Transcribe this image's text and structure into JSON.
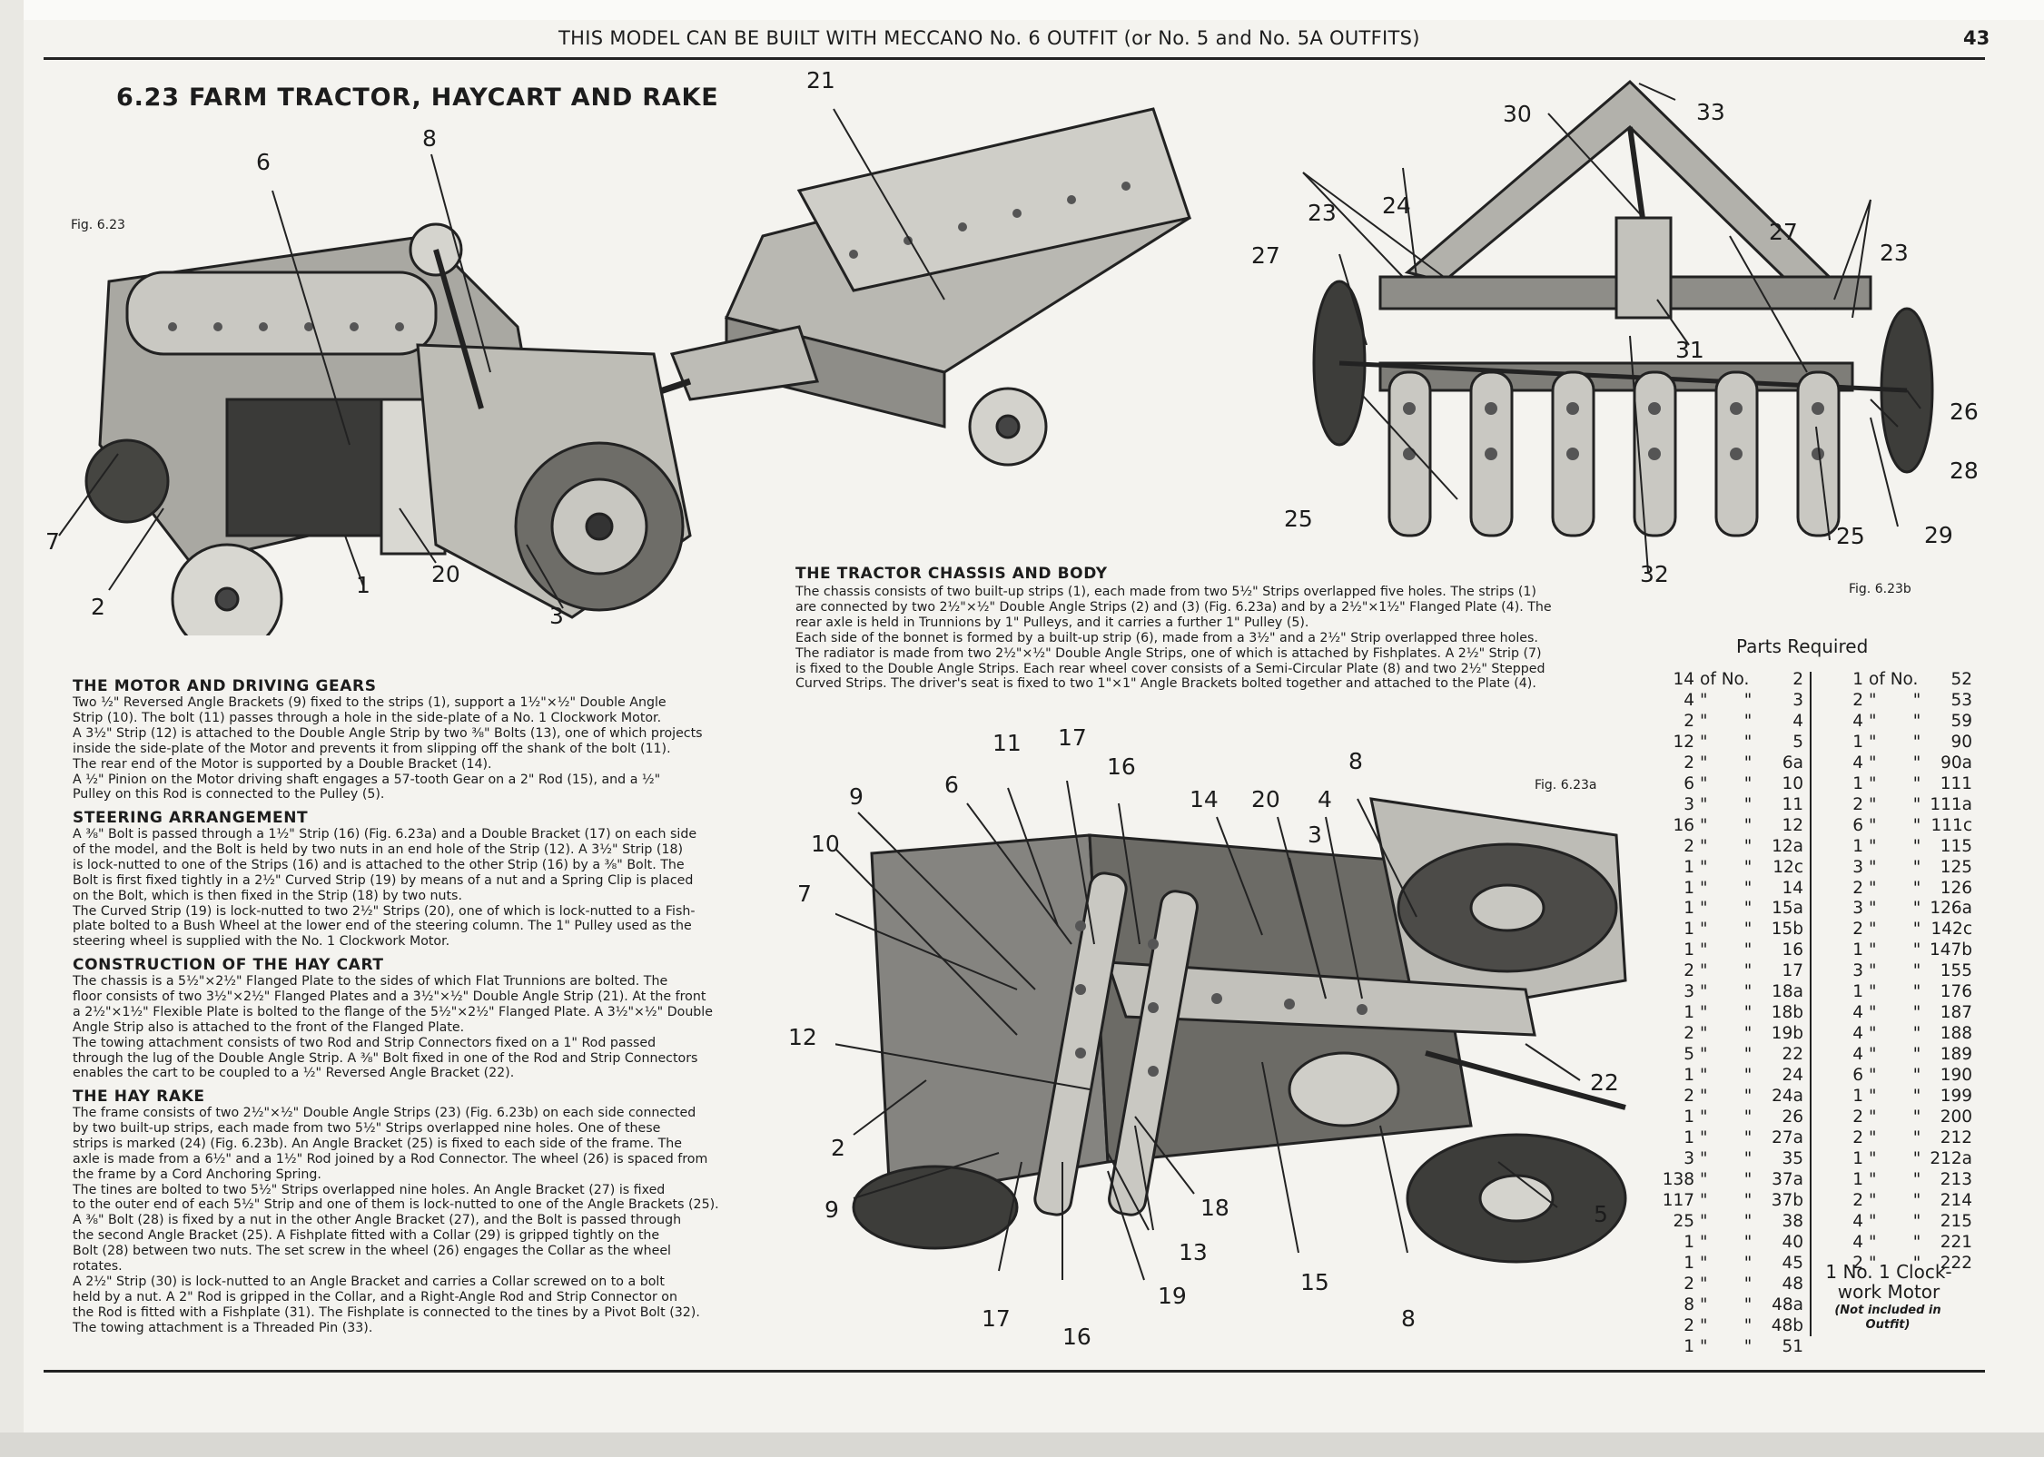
{
  "header": {
    "title": "THIS MODEL CAN BE BUILT WITH MECCANO No. 6 OUTFIT (or No. 5 and No. 5A OUTFITS)",
    "page_number": "43"
  },
  "model_title": "6.23  FARM TRACTOR, HAYCART AND RAKE",
  "figures": {
    "fig_623": {
      "label": "Fig. 6.23",
      "callouts": [
        "6",
        "8",
        "21",
        "7",
        "2",
        "1",
        "20",
        "3"
      ]
    },
    "fig_623b": {
      "label": "Fig. 6.23b",
      "callouts": [
        "30",
        "33",
        "23",
        "24",
        "27",
        "27",
        "23",
        "31",
        "26",
        "28",
        "25",
        "25",
        "29",
        "32"
      ]
    },
    "fig_623a": {
      "label": "Fig. 6.23a",
      "callouts": [
        "11",
        "17",
        "16",
        "9",
        "6",
        "14",
        "20",
        "4",
        "8",
        "3",
        "10",
        "7",
        "12",
        "22",
        "2",
        "9",
        "18",
        "13",
        "5",
        "19",
        "15",
        "17",
        "16",
        "8"
      ]
    }
  },
  "sections": {
    "motor": {
      "heading": "THE MOTOR AND DRIVING GEARS",
      "lines": [
        "Two ½\" Reversed Angle Brackets (9) fixed to the strips (1), support a 1½\"×½\" Double Angle",
        "Strip (10). The bolt (11) passes through a hole in the side-plate of a No. 1 Clockwork Motor.",
        "A 3½\" Strip (12) is attached to the Double Angle Strip by two ⅜\" Bolts (13), one of which projects",
        "inside the side-plate of the Motor and prevents it from slipping off the shank of the bolt (11).",
        "The rear end of the Motor is supported by a Double Bracket (14).",
        "A ½\" Pinion on the Motor driving shaft engages a 57-tooth Gear on a 2\" Rod (15), and a ½\"",
        "Pulley on this Rod is connected to the Pulley (5)."
      ]
    },
    "steering": {
      "heading": "STEERING ARRANGEMENT",
      "lines": [
        "A ⅜\" Bolt is passed through a 1½\" Strip (16) (Fig. 6.23a) and a Double Bracket (17) on each side",
        "of the model, and the Bolt is held by two nuts in an end hole of the Strip (12). A 3½\" Strip (18)",
        "is lock-nutted to one of the Strips (16) and is attached to the other Strip (16) by a ⅜\" Bolt. The",
        "Bolt is first fixed tightly in a 2½\" Curved Strip (19) by means of a nut and a Spring Clip is placed",
        "on the Bolt, which is then fixed in the Strip (18) by two nuts.",
        "The Curved Strip (19) is lock-nutted to two 2½\" Strips (20), one of which is lock-nutted to a Fish-",
        "plate bolted to a Bush Wheel at the lower end of the steering column. The 1\" Pulley used as the",
        "steering wheel is supplied with the No. 1 Clockwork Motor."
      ]
    },
    "haycart": {
      "heading": "CONSTRUCTION OF THE HAY CART",
      "lines": [
        "The chassis is a 5½\"×2½\" Flanged Plate to the sides of which Flat Trunnions are bolted. The",
        "floor consists of two 3½\"×2½\" Flanged Plates and a 3½\"×½\" Double Angle Strip (21). At the front",
        "a 2½\"×1½\" Flexible Plate is bolted to the flange of the 5½\"×2½\" Flanged Plate. A 3½\"×½\" Double",
        "Angle Strip also is attached to the front of the Flanged Plate.",
        "The towing attachment consists of two Rod and Strip Connectors fixed on a 1\" Rod passed",
        "through the lug of the Double Angle Strip. A ⅜\" Bolt fixed in one of the Rod and Strip Connectors",
        "enables the cart to be coupled to a ½\" Reversed Angle Bracket (22)."
      ]
    },
    "hayrake": {
      "heading": "THE HAY RAKE",
      "lines": [
        "The frame consists of two 2½\"×½\" Double Angle Strips (23) (Fig. 6.23b) on each side connected",
        "by two built-up strips, each made from two 5½\" Strips overlapped nine holes. One of these",
        "strips is marked (24) (Fig. 6.23b). An Angle Bracket (25) is fixed to each side of the frame. The",
        "axle is made from a 6½\" and a 1½\" Rod joined by a Rod Connector. The wheel (26) is spaced from",
        "the frame by a Cord Anchoring Spring.",
        "The tines are bolted to two 5½\" Strips overlapped nine holes. An Angle Bracket (27) is fixed",
        "to the outer end of each 5½\" Strip and one of them is lock-nutted to one of the Angle Brackets (25).",
        "A ⅜\" Bolt (28) is fixed by a nut in the other Angle Bracket (27), and the Bolt is passed through",
        "the second Angle Bracket (25). A Fishplate fitted with a Collar (29) is gripped tightly on the",
        "Bolt (28) between two nuts. The set screw in the wheel (26) engages the Collar as the wheel",
        "rotates.",
        "A 2½\" Strip (30) is lock-nutted to an Angle Bracket and carries a Collar screwed on to a bolt",
        "held by a nut. A 2\" Rod is gripped in the Collar, and a Right-Angle Rod and Strip Connector on",
        "the Rod is fitted with a Fishplate (31). The Fishplate is connected to the tines by a Pivot Bolt (32).",
        "The towing attachment is a Threaded Pin (33)."
      ]
    },
    "chassis": {
      "heading": "THE TRACTOR CHASSIS AND BODY",
      "lines": [
        "The chassis consists of two built-up strips (1), each made from two 5½\" Strips overlapped five holes. The strips (1)",
        "are connected by two 2½\"×½\" Double Angle Strips (2) and (3) (Fig. 6.23a) and by a 2½\"×1½\" Flanged Plate (4). The",
        "rear axle is held in Trunnions by 1\" Pulleys, and it carries a further 1\" Pulley (5).",
        "Each side of the bonnet is formed by a built-up strip (6), made from a 3½\" and a 2½\" Strip overlapped three holes.",
        "The radiator is made from two 2½\"×½\" Double Angle Strips, one of which is attached by Fishplates. A 2½\" Strip (7)",
        "is fixed to the Double Angle Strips. Each rear wheel cover consists of a Semi-Circular Plate (8) and two 2½\" Stepped",
        "Curved Strips. The driver's seat is fixed to two 1\"×1\" Angle Brackets bolted together and attached to the Plate (4)."
      ]
    }
  },
  "parts": {
    "title": "Parts Required",
    "of_label": "of No.",
    "ditto": "\"",
    "left": [
      {
        "qty": "14",
        "part": "2"
      },
      {
        "qty": "4",
        "part": "3"
      },
      {
        "qty": "2",
        "part": "4"
      },
      {
        "qty": "12",
        "part": "5"
      },
      {
        "qty": "2",
        "part": "6a"
      },
      {
        "qty": "6",
        "part": "10"
      },
      {
        "qty": "3",
        "part": "11"
      },
      {
        "qty": "16",
        "part": "12"
      },
      {
        "qty": "2",
        "part": "12a"
      },
      {
        "qty": "1",
        "part": "12c"
      },
      {
        "qty": "1",
        "part": "14"
      },
      {
        "qty": "1",
        "part": "15a"
      },
      {
        "qty": "1",
        "part": "15b"
      },
      {
        "qty": "1",
        "part": "16"
      },
      {
        "qty": "2",
        "part": "17"
      },
      {
        "qty": "3",
        "part": "18a"
      },
      {
        "qty": "1",
        "part": "18b"
      },
      {
        "qty": "2",
        "part": "19b"
      },
      {
        "qty": "5",
        "part": "22"
      },
      {
        "qty": "1",
        "part": "24"
      },
      {
        "qty": "2",
        "part": "24a"
      },
      {
        "qty": "1",
        "part": "26"
      },
      {
        "qty": "1",
        "part": "27a"
      },
      {
        "qty": "3",
        "part": "35"
      },
      {
        "qty": "138",
        "part": "37a"
      },
      {
        "qty": "117",
        "part": "37b"
      },
      {
        "qty": "25",
        "part": "38"
      },
      {
        "qty": "1",
        "part": "40"
      },
      {
        "qty": "1",
        "part": "45"
      },
      {
        "qty": "2",
        "part": "48"
      },
      {
        "qty": "8",
        "part": "48a"
      },
      {
        "qty": "2",
        "part": "48b"
      },
      {
        "qty": "1",
        "part": "51"
      }
    ],
    "right": [
      {
        "qty": "1",
        "part": "52"
      },
      {
        "qty": "2",
        "part": "53"
      },
      {
        "qty": "4",
        "part": "59"
      },
      {
        "qty": "1",
        "part": "90"
      },
      {
        "qty": "4",
        "part": "90a"
      },
      {
        "qty": "1",
        "part": "111"
      },
      {
        "qty": "2",
        "part": "111a"
      },
      {
        "qty": "6",
        "part": "111c"
      },
      {
        "qty": "1",
        "part": "115"
      },
      {
        "qty": "3",
        "part": "125"
      },
      {
        "qty": "2",
        "part": "126"
      },
      {
        "qty": "3",
        "part": "126a"
      },
      {
        "qty": "2",
        "part": "142c"
      },
      {
        "qty": "1",
        "part": "147b"
      },
      {
        "qty": "3",
        "part": "155"
      },
      {
        "qty": "1",
        "part": "176"
      },
      {
        "qty": "4",
        "part": "187"
      },
      {
        "qty": "4",
        "part": "188"
      },
      {
        "qty": "4",
        "part": "189"
      },
      {
        "qty": "6",
        "part": "190"
      },
      {
        "qty": "1",
        "part": "199"
      },
      {
        "qty": "2",
        "part": "200"
      },
      {
        "qty": "2",
        "part": "212"
      },
      {
        "qty": "1",
        "part": "212a"
      },
      {
        "qty": "1",
        "part": "213"
      },
      {
        "qty": "2",
        "part": "214"
      },
      {
        "qty": "4",
        "part": "215"
      },
      {
        "qty": "4",
        "part": "221"
      },
      {
        "qty": "2",
        "part": "222"
      }
    ],
    "motor_note": "1 No. 1 Clock-work Motor",
    "motor_sub": "(Not included in Outfit)"
  }
}
